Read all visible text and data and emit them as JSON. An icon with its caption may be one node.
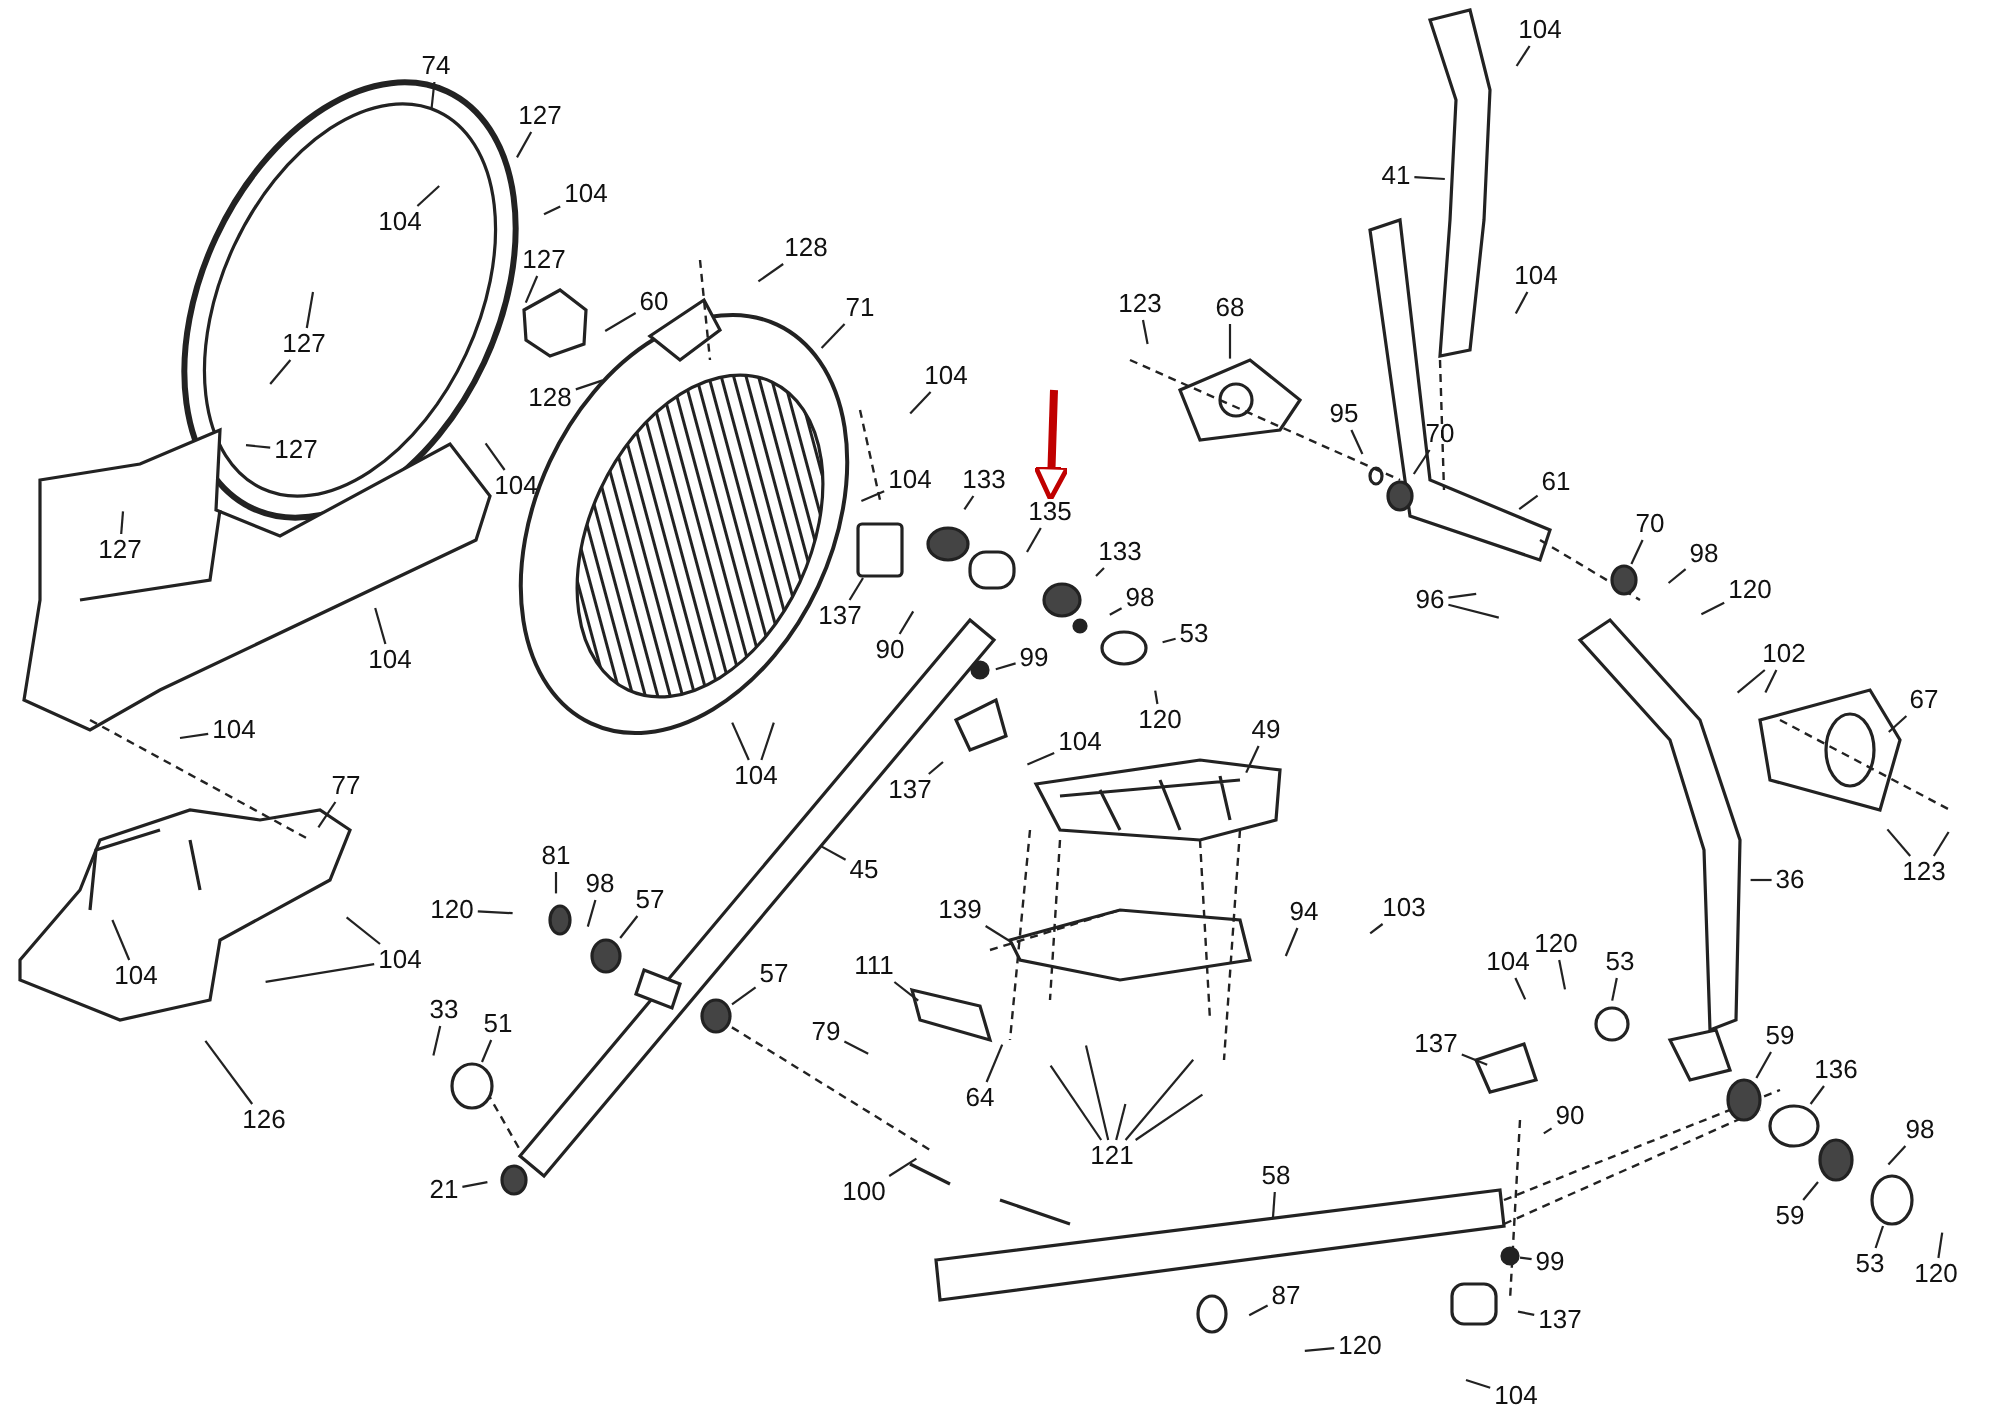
{
  "diagram": {
    "nodes": [
      {
        "text": [
          "74"
        ]
      },
      {
        "text": [
          "127"
        ]
      },
      {
        "text": [
          "104"
        ]
      },
      {
        "text": [
          "104"
        ]
      },
      {
        "text": [
          "127"
        ]
      },
      {
        "text": [
          "127"
        ]
      },
      {
        "text": [
          "128"
        ]
      },
      {
        "text": [
          "60"
        ]
      },
      {
        "text": [
          "71"
        ]
      },
      {
        "text": [
          "128"
        ]
      },
      {
        "text": [
          "127"
        ]
      },
      {
        "text": [
          "104"
        ]
      },
      {
        "text": [
          "104"
        ]
      },
      {
        "text": [
          "127"
        ]
      },
      {
        "text": [
          "104"
        ]
      },
      {
        "text": [
          "133"
        ]
      },
      {
        "text": [
          "135"
        ]
      },
      {
        "text": [
          "104"
        ]
      },
      {
        "text": [
          "137"
        ]
      },
      {
        "text": [
          "90"
        ]
      },
      {
        "text": [
          "133"
        ]
      },
      {
        "text": [
          "98"
        ]
      },
      {
        "text": [
          "99"
        ]
      },
      {
        "text": [
          "53"
        ]
      },
      {
        "text": [
          "120"
        ]
      },
      {
        "text": [
          "104"
        ]
      },
      {
        "text": [
          "104"
        ]
      },
      {
        "text": [
          "137"
        ]
      },
      {
        "text": [
          "104"
        ]
      },
      {
        "text": [
          "45"
        ]
      },
      {
        "text": [
          "77"
        ]
      },
      {
        "text": [
          "104"
        ]
      },
      {
        "text": [
          "104"
        ]
      },
      {
        "text": [
          "126"
        ]
      },
      {
        "text": [
          "120"
        ]
      },
      {
        "text": [
          "81"
        ]
      },
      {
        "text": [
          "98"
        ]
      },
      {
        "text": [
          "57"
        ]
      },
      {
        "text": [
          "57"
        ]
      },
      {
        "text": [
          "33"
        ]
      },
      {
        "text": [
          "51"
        ]
      },
      {
        "text": [
          "21"
        ]
      },
      {
        "text": [
          "111"
        ]
      },
      {
        "text": [
          "79"
        ]
      },
      {
        "text": [
          "64"
        ]
      },
      {
        "text": [
          "100"
        ]
      },
      {
        "text": [
          "104"
        ]
      },
      {
        "text": [
          "41"
        ]
      },
      {
        "text": [
          "104"
        ]
      },
      {
        "text": [
          "123"
        ]
      },
      {
        "text": [
          "68"
        ]
      },
      {
        "text": [
          "95"
        ]
      },
      {
        "text": [
          "70"
        ]
      },
      {
        "text": [
          "61"
        ]
      },
      {
        "text": [
          "70"
        ]
      },
      {
        "text": [
          "98"
        ]
      },
      {
        "text": [
          "120"
        ]
      },
      {
        "text": [
          "96"
        ]
      },
      {
        "text": [
          "102"
        ]
      },
      {
        "text": [
          "67"
        ]
      },
      {
        "text": [
          "123"
        ]
      },
      {
        "text": [
          "49"
        ]
      },
      {
        "text": [
          "139"
        ]
      },
      {
        "text": [
          "94"
        ]
      },
      {
        "text": [
          "103"
        ]
      },
      {
        "text": [
          "36"
        ]
      },
      {
        "text": [
          "104"
        ]
      },
      {
        "text": [
          "120"
        ]
      },
      {
        "text": [
          "53"
        ]
      },
      {
        "text": [
          "137"
        ]
      },
      {
        "text": [
          "59"
        ]
      },
      {
        "text": [
          "136"
        ]
      },
      {
        "text": [
          "90"
        ]
      },
      {
        "text": [
          "121"
        ]
      },
      {
        "text": [
          "58"
        ]
      },
      {
        "text": [
          "98"
        ]
      },
      {
        "text": [
          "59"
        ]
      },
      {
        "text": [
          "53"
        ]
      },
      {
        "text": [
          "120"
        ]
      },
      {
        "text": [
          "99"
        ]
      },
      {
        "text": [
          "87"
        ]
      },
      {
        "text": [
          "120"
        ]
      },
      {
        "text": [
          "137"
        ]
      },
      {
        "text": [
          "104"
        ]
      },
      {
        "text": [],
        "shape": "box"
      },
      {
        "text": [],
        "shape": "circle"
      },
      {
        "text": [],
        "shape": "circle"
      },
      {
        "text": [],
        "shape": "circle"
      },
      {
        "text": [],
        "shape": "circle"
      },
      {
        "text": [],
        "shape": "circle"
      },
      {
        "text": [],
        "shape": "circle"
      },
      {
        "text": [],
        "shape": "circle"
      },
      {
        "text": [],
        "shape": "circle"
      },
      {
        "text": [],
        "shape": "circle"
      }
    ],
    "edges": [
      {
        "from": 0,
        "to": null,
        "arrow": "none"
      },
      {
        "from": 1,
        "to": null,
        "arrow": "none"
      },
      {
        "from": 2,
        "to": null,
        "arrow": "none"
      },
      {
        "from": 3,
        "to": null,
        "arrow": "none"
      },
      {
        "from": 4,
        "to": null,
        "arrow": "none"
      },
      {
        "from": 5,
        "to": null,
        "arrow": "none"
      },
      {
        "from": 5,
        "to": null,
        "arrow": "none"
      },
      {
        "from": 6,
        "to": null,
        "arrow": "none"
      },
      {
        "from": 7,
        "to": null,
        "arrow": "none"
      },
      {
        "from": 8,
        "to": null,
        "arrow": "none"
      },
      {
        "from": 9,
        "to": null,
        "arrow": "none"
      },
      {
        "from": 10,
        "to": null,
        "arrow": "none"
      },
      {
        "from": 11,
        "to": null,
        "arrow": "none"
      },
      {
        "from": 12,
        "to": null,
        "arrow": "none"
      },
      {
        "from": 13,
        "to": null,
        "arrow": "none"
      },
      {
        "from": 14,
        "to": null,
        "arrow": "none"
      },
      {
        "from": 15,
        "to": null,
        "arrow": "none"
      },
      {
        "from": 16,
        "to": null,
        "arrow": "none"
      },
      {
        "from": 17,
        "to": null,
        "arrow": "none"
      },
      {
        "from": 18,
        "to": 84,
        "arrow": "none"
      },
      {
        "from": 19,
        "to": null,
        "arrow": "none"
      },
      {
        "from": 20,
        "to": null,
        "arrow": "none"
      },
      {
        "from": 21,
        "to": null,
        "arrow": "none"
      },
      {
        "from": 22,
        "to": null,
        "arrow": "none"
      },
      {
        "from": 23,
        "to": null,
        "arrow": "none"
      },
      {
        "from": 24,
        "to": null,
        "arrow": "none"
      },
      {
        "from": 25,
        "to": null,
        "arrow": "none"
      },
      {
        "from": 26,
        "to": null,
        "arrow": "none"
      },
      {
        "from": 26,
        "to": null,
        "arrow": "none"
      },
      {
        "from": 27,
        "to": null,
        "arrow": "none"
      },
      {
        "from": 28,
        "to": null,
        "arrow": "none"
      },
      {
        "from": 29,
        "to": null,
        "arrow": "none"
      },
      {
        "from": 30,
        "to": null,
        "arrow": "none"
      },
      {
        "from": 31,
        "to": null,
        "arrow": "none"
      },
      {
        "from": 32,
        "to": null,
        "arrow": "none"
      },
      {
        "from": 32,
        "to": null,
        "arrow": "none"
      },
      {
        "from": 33,
        "to": null,
        "arrow": "none"
      },
      {
        "from": 34,
        "to": null,
        "arrow": "none"
      },
      {
        "from": 35,
        "to": null,
        "arrow": "none"
      },
      {
        "from": 36,
        "to": null,
        "arrow": "none"
      },
      {
        "from": 37,
        "to": 85,
        "arrow": "none"
      },
      {
        "from": 38,
        "to": 86,
        "arrow": "none"
      },
      {
        "from": 39,
        "to": null,
        "arrow": "none"
      },
      {
        "from": 40,
        "to": 87,
        "arrow": "none"
      },
      {
        "from": 41,
        "to": null,
        "arrow": "none"
      },
      {
        "from": 42,
        "to": null,
        "arrow": "none"
      },
      {
        "from": 43,
        "to": null,
        "arrow": "none"
      },
      {
        "from": 44,
        "to": null,
        "arrow": "none"
      },
      {
        "from": 45,
        "to": null,
        "arrow": "none"
      },
      {
        "from": 46,
        "to": null,
        "arrow": "none"
      },
      {
        "from": 47,
        "to": null,
        "arrow": "none"
      },
      {
        "from": 48,
        "to": null,
        "arrow": "none"
      },
      {
        "from": 49,
        "to": null,
        "arrow": "none"
      },
      {
        "from": 50,
        "to": null,
        "arrow": "none"
      },
      {
        "from": 51,
        "to": null,
        "arrow": "none"
      },
      {
        "from": 52,
        "to": null,
        "arrow": "none"
      },
      {
        "from": 53,
        "to": null,
        "arrow": "none"
      },
      {
        "from": 54,
        "to": 88,
        "arrow": "none"
      },
      {
        "from": 55,
        "to": null,
        "arrow": "none"
      },
      {
        "from": 56,
        "to": null,
        "arrow": "none"
      },
      {
        "from": 57,
        "to": null,
        "arrow": "none"
      },
      {
        "from": 57,
        "to": null,
        "arrow": "none"
      },
      {
        "from": 58,
        "to": null,
        "arrow": "none"
      },
      {
        "from": 58,
        "to": null,
        "arrow": "none"
      },
      {
        "from": 59,
        "to": null,
        "arrow": "none"
      },
      {
        "from": 60,
        "to": null,
        "arrow": "none"
      },
      {
        "from": 60,
        "to": null,
        "arrow": "none"
      },
      {
        "from": 61,
        "to": null,
        "arrow": "none"
      },
      {
        "from": 62,
        "to": null,
        "arrow": "none"
      },
      {
        "from": 63,
        "to": null,
        "arrow": "none"
      },
      {
        "from": 64,
        "to": null,
        "arrow": "none"
      },
      {
        "from": 65,
        "to": null,
        "arrow": "none"
      },
      {
        "from": 66,
        "to": null,
        "arrow": "none"
      },
      {
        "from": 67,
        "to": null,
        "arrow": "none"
      },
      {
        "from": 68,
        "to": null,
        "arrow": "none"
      },
      {
        "from": 69,
        "to": null,
        "arrow": "none"
      },
      {
        "from": 70,
        "to": 89,
        "arrow": "none"
      },
      {
        "from": 71,
        "to": 90,
        "arrow": "none"
      },
      {
        "from": 72,
        "to": null,
        "arrow": "none"
      },
      {
        "from": 73,
        "to": null,
        "arrow": "none"
      },
      {
        "from": 73,
        "to": null,
        "arrow": "none"
      },
      {
        "from": 73,
        "to": null,
        "arrow": "none"
      },
      {
        "from": 73,
        "to": null,
        "arrow": "none"
      },
      {
        "from": 73,
        "to": null,
        "arrow": "none"
      },
      {
        "from": 74,
        "to": null,
        "arrow": "none"
      },
      {
        "from": 75,
        "to": null,
        "arrow": "none"
      },
      {
        "from": 76,
        "to": 91,
        "arrow": "none"
      },
      {
        "from": 77,
        "to": 92,
        "arrow": "none"
      },
      {
        "from": 78,
        "to": null,
        "arrow": "none"
      },
      {
        "from": 79,
        "to": 93,
        "arrow": "none"
      },
      {
        "from": 80,
        "to": null,
        "arrow": "none"
      },
      {
        "from": 81,
        "to": null,
        "arrow": "none"
      },
      {
        "from": 82,
        "to": null,
        "arrow": "none"
      },
      {
        "from": 83,
        "to": null,
        "arrow": "none"
      },
      {
        "from": null,
        "to": 16,
        "arrow": "to",
        "style": "thick",
        "color": "#c00000"
      }
    ]
  }
}
